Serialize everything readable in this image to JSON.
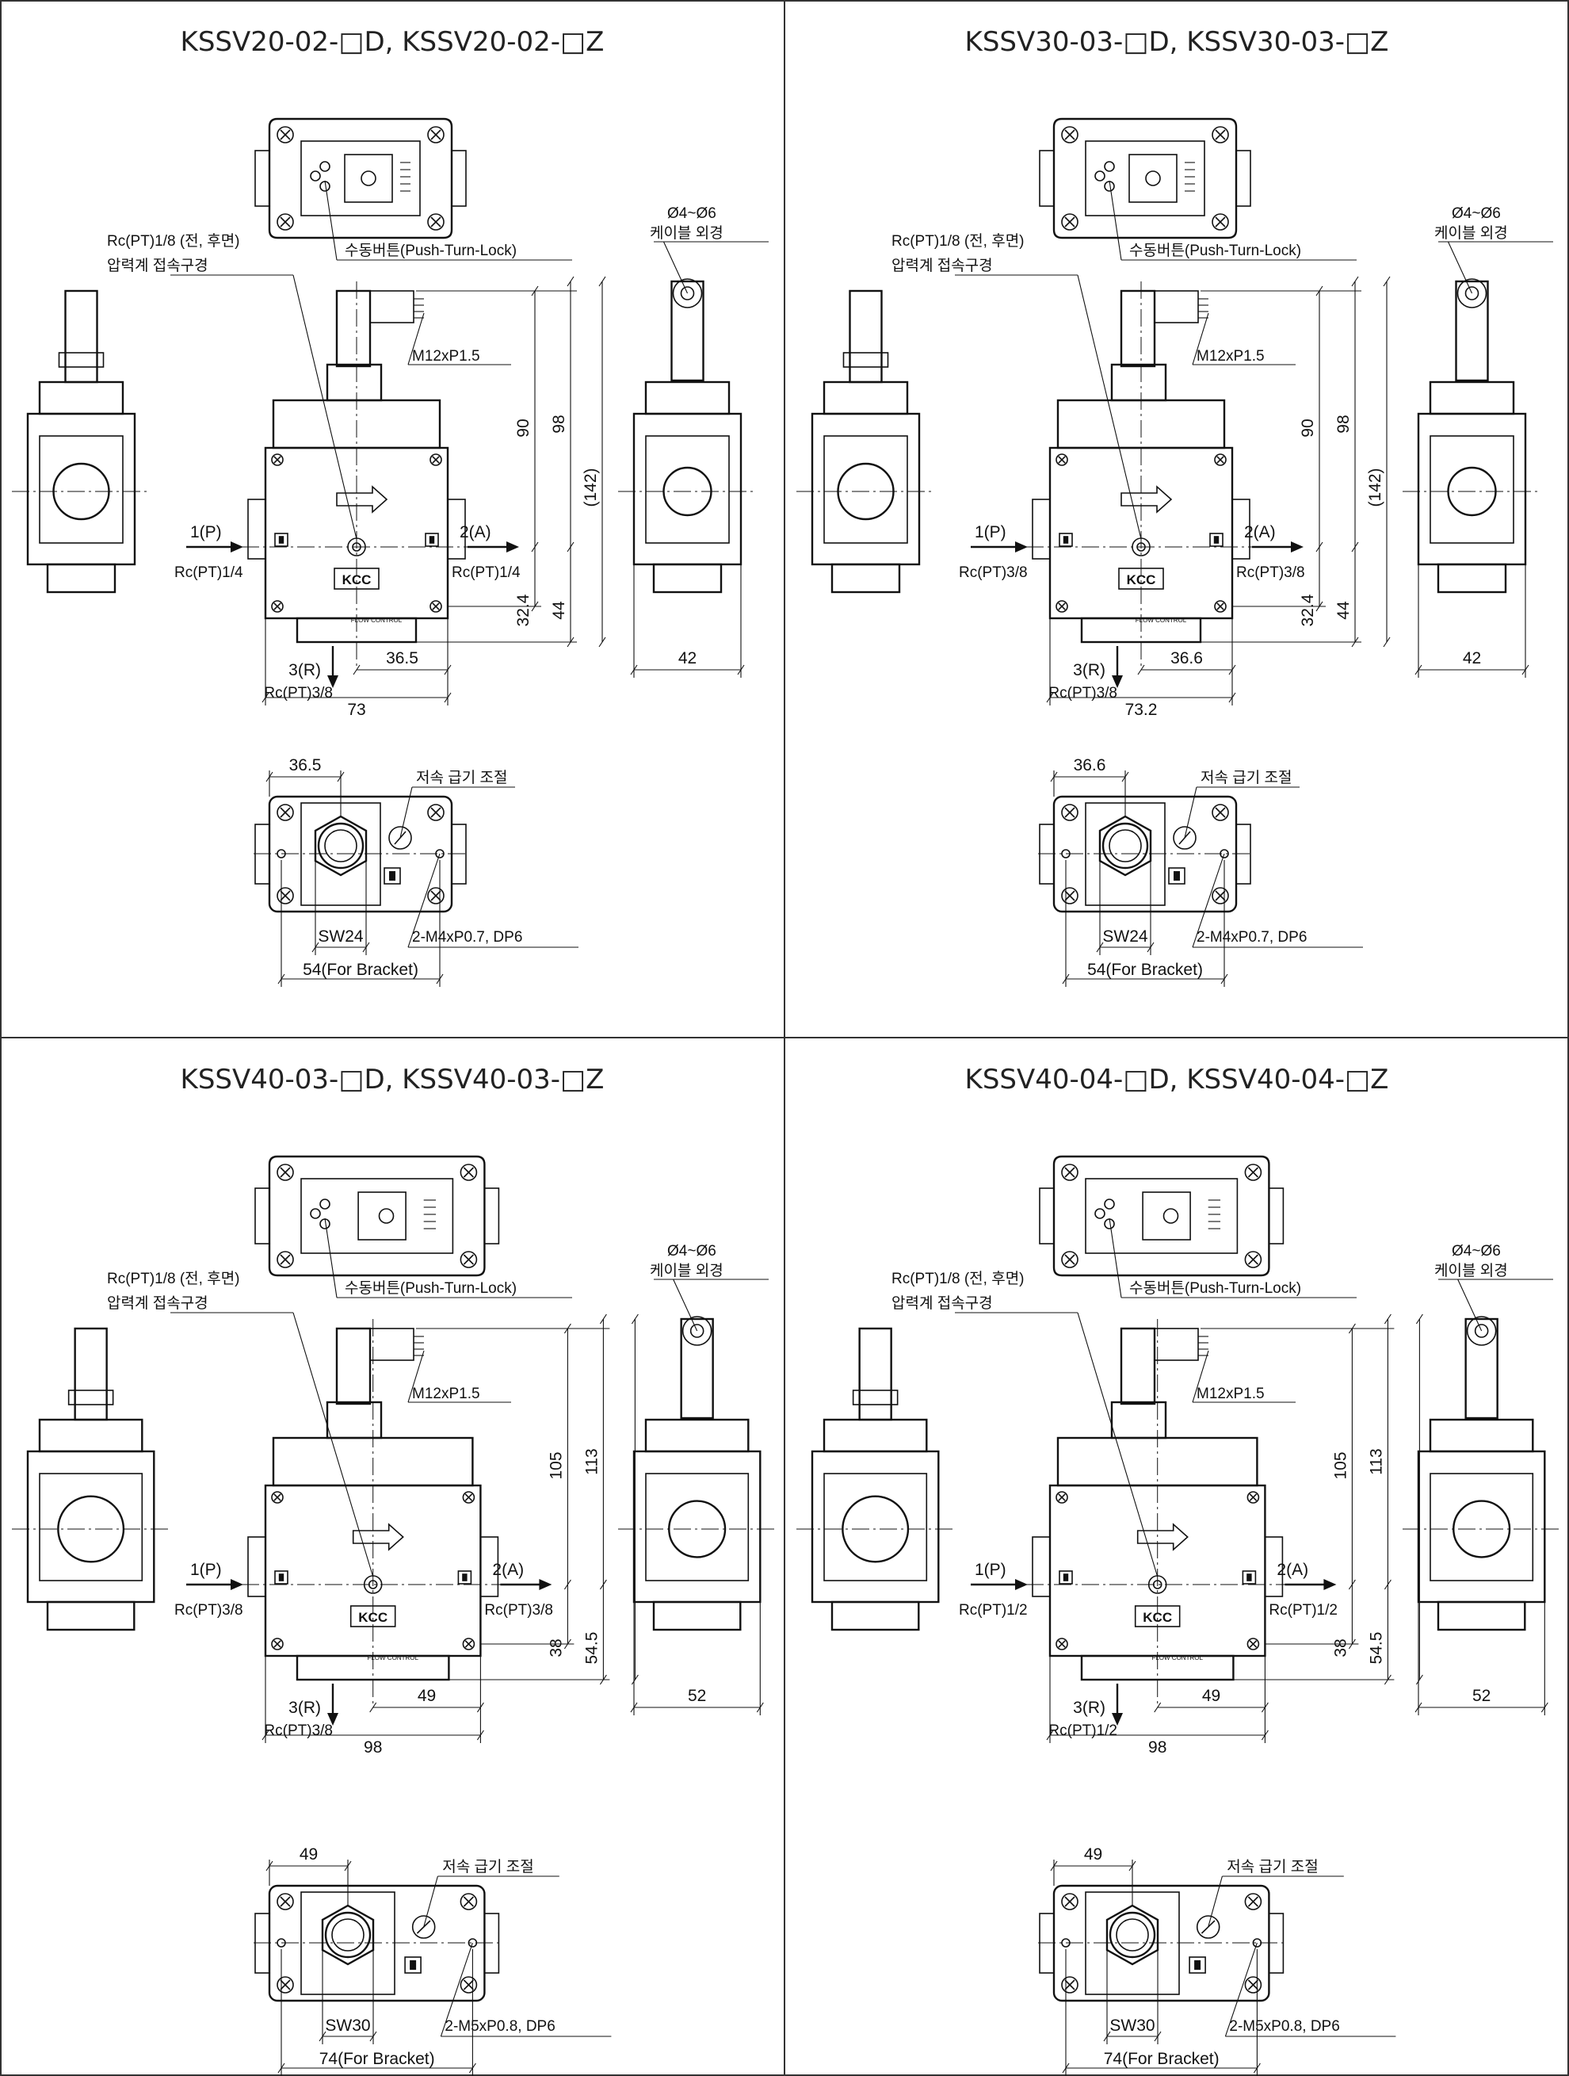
{
  "panels": [
    {
      "title": "KSSV20-02-□D, KSSV20-02-□Z",
      "manual_button": "수동버튼(Push-Turn-Lock)",
      "cable_od_size": "Ø4~Ø6",
      "cable_od_label": "케이블 외경",
      "gauge_port_1": "Rc(PT)1/8 (전, 후면)",
      "gauge_port_2": "압력계 접속구경",
      "connector_thread": "M12xP1.5",
      "in_port": "1(P)",
      "in_thread": "Rc(PT)1/4",
      "out_port": "2(A)",
      "out_thread": "Rc(PT)1/4",
      "exh_port": "3(R)",
      "exh_thread": "Rc(PT)3/8",
      "dim_upper_a": "90",
      "dim_upper_b": "98",
      "dim_total": "(142)",
      "dim_lower_a": "32.4",
      "dim_lower_b": "44",
      "dim_half": "36.5",
      "dim_width": "73",
      "dim_side": "42",
      "dim_bottom_half": "36.5",
      "speed_adjust": "저속 급기 조절",
      "wrench_size": "SW24",
      "mount_holes": "2-M4xP0.7, DP6",
      "bracket": "54(For Bracket)",
      "logo": "KCC",
      "flow_control": "FLOW CONTROL"
    },
    {
      "title": "KSSV30-03-□D, KSSV30-03-□Z",
      "manual_button": "수동버튼(Push-Turn-Lock)",
      "cable_od_size": "Ø4~Ø6",
      "cable_od_label": "케이블 외경",
      "gauge_port_1": "Rc(PT)1/8 (전, 후면)",
      "gauge_port_2": "압력계 접속구경",
      "connector_thread": "M12xP1.5",
      "in_port": "1(P)",
      "in_thread": "Rc(PT)3/8",
      "out_port": "2(A)",
      "out_thread": "Rc(PT)3/8",
      "exh_port": "3(R)",
      "exh_thread": "Rc(PT)3/8",
      "dim_upper_a": "90",
      "dim_upper_b": "98",
      "dim_total": "(142)",
      "dim_lower_a": "32.4",
      "dim_lower_b": "44",
      "dim_half": "36.6",
      "dim_width": "73.2",
      "dim_side": "42",
      "dim_bottom_half": "36.6",
      "speed_adjust": "저속 급기 조절",
      "wrench_size": "SW24",
      "mount_holes": "2-M4xP0.7, DP6",
      "bracket": "54(For Bracket)",
      "logo": "KCC",
      "flow_control": "FLOW CONTROL"
    },
    {
      "title": "KSSV40-03-□D, KSSV40-03-□Z",
      "manual_button": "수동버튼(Push-Turn-Lock)",
      "cable_od_size": "Ø4~Ø6",
      "cable_od_label": "케이블 외경",
      "gauge_port_1": "Rc(PT)1/8 (전, 후면)",
      "gauge_port_2": "압력계 접속구경",
      "connector_thread": "M12xP1.5",
      "in_port": "1(P)",
      "in_thread": "Rc(PT)3/8",
      "out_port": "2(A)",
      "out_thread": "Rc(PT)3/8",
      "exh_port": "3(R)",
      "exh_thread": "Rc(PT)3/8",
      "dim_upper_a": "105",
      "dim_upper_b": "113",
      "dim_total": "",
      "dim_lower_a": "38",
      "dim_lower_b": "54.5",
      "dim_half": "49",
      "dim_width": "98",
      "dim_side": "52",
      "dim_bottom_half": "49",
      "speed_adjust": "저속 급기 조절",
      "wrench_size": "SW30",
      "mount_holes": "2-M5xP0.8, DP6",
      "bracket": "74(For Bracket)",
      "logo": "KCC",
      "flow_control": "FLOW CONTROL"
    },
    {
      "title": "KSSV40-04-□D, KSSV40-04-□Z",
      "manual_button": "수동버튼(Push-Turn-Lock)",
      "cable_od_size": "Ø4~Ø6",
      "cable_od_label": "케이블 외경",
      "gauge_port_1": "Rc(PT)1/8 (전, 후면)",
      "gauge_port_2": "압력계 접속구경",
      "connector_thread": "M12xP1.5",
      "in_port": "1(P)",
      "in_thread": "Rc(PT)1/2",
      "out_port": "2(A)",
      "out_thread": "Rc(PT)1/2",
      "exh_port": "3(R)",
      "exh_thread": "Rc(PT)1/2",
      "dim_upper_a": "105",
      "dim_upper_b": "113",
      "dim_total": "",
      "dim_lower_a": "38",
      "dim_lower_b": "54.5",
      "dim_half": "49",
      "dim_width": "98",
      "dim_side": "52",
      "dim_bottom_half": "49",
      "speed_adjust": "저속 급기 조절",
      "wrench_size": "SW30",
      "mount_holes": "2-M5xP0.8, DP6",
      "bracket": "74(For Bracket)",
      "logo": "KCC",
      "flow_control": "FLOW CONTROL"
    }
  ]
}
